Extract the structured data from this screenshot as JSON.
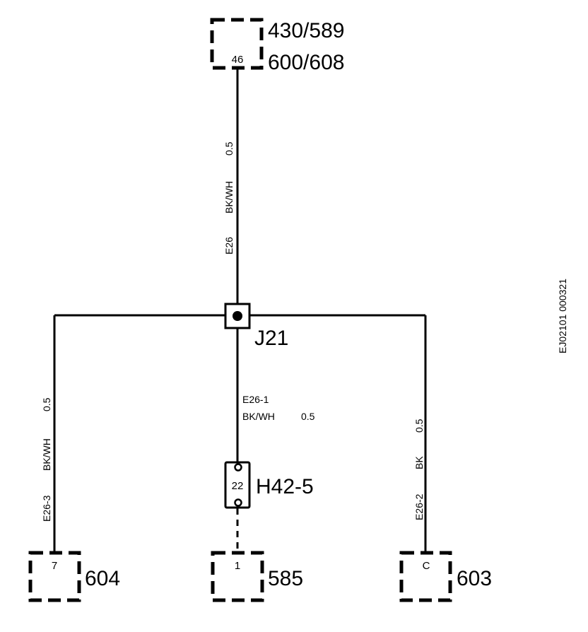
{
  "top_connector": {
    "pin": "46",
    "ref_line1": "430/589",
    "ref_line2": "600/608"
  },
  "top_wire": {
    "circuit": "E26",
    "color": "BK/WH",
    "size": "0.5"
  },
  "splice": {
    "id": "J21"
  },
  "center_wire": {
    "circuit": "E26-1",
    "color": "BK/WH",
    "size": "0.5"
  },
  "inline_connector": {
    "pin": "22",
    "id": "H42-5"
  },
  "left_wire": {
    "circuit": "E26-3",
    "color": "BK/WH",
    "size": "0.5"
  },
  "right_wire": {
    "circuit": "E26-2",
    "color": "BK",
    "size": "0.5"
  },
  "left_connector": {
    "pin": "7",
    "ref": "604"
  },
  "center_connector": {
    "pin": "1",
    "ref": "585"
  },
  "right_connector": {
    "pin": "C",
    "ref": "603"
  },
  "diagram_id": "EJ02101 000321"
}
